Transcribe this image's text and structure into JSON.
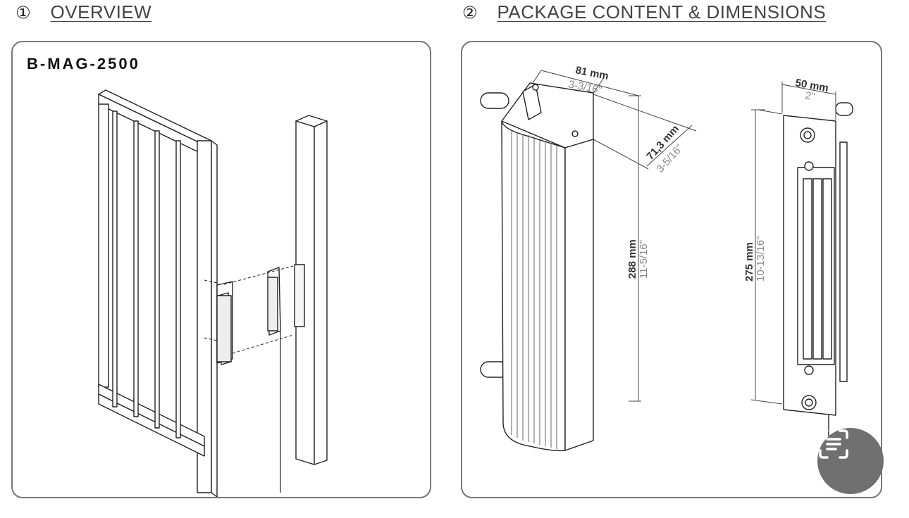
{
  "sections": [
    {
      "number": "①",
      "title": "OVERVIEW"
    },
    {
      "number": "②",
      "title": "PACKAGE CONTENT & DIMENSIONS"
    }
  ],
  "overview": {
    "model": "B-MAG-2500"
  },
  "dimensions": {
    "width": {
      "mm": "81 mm",
      "inch": "3-3/16\""
    },
    "depth": {
      "mm": "71,3 mm",
      "inch": "3-5/16\""
    },
    "height": {
      "mm": "288 mm",
      "inch": "11-5/16\""
    },
    "plate_width": {
      "mm": "50 mm",
      "inch": "2\""
    },
    "plate_height": {
      "mm": "275 mm",
      "inch": "10-13/16\""
    }
  },
  "icons": {
    "scan": "text-scan-icon"
  }
}
